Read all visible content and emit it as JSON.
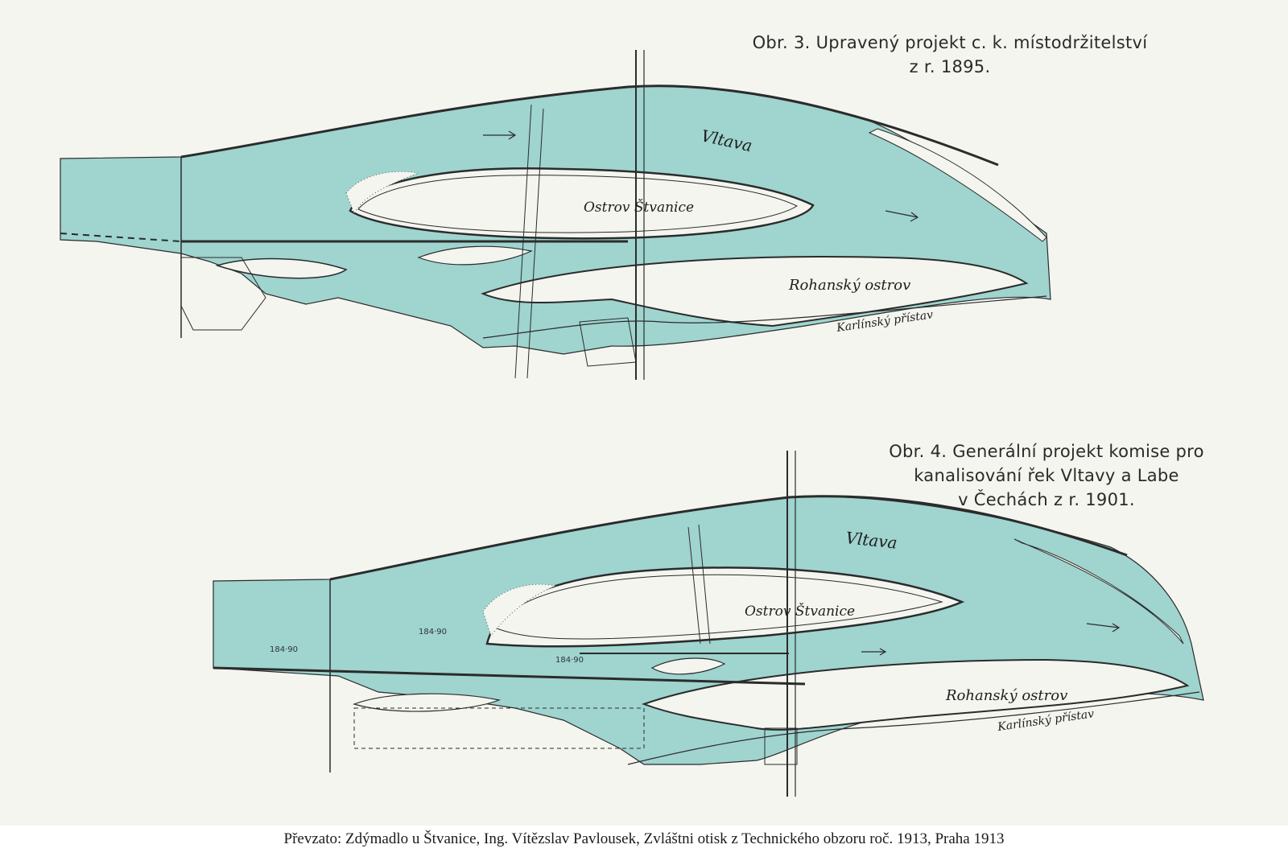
{
  "figures": [
    {
      "title_line1": "Obr. 3. Upravený projekt c. k. místodržitelství",
      "title_line2": "z r. 1895.",
      "labels": {
        "river": "Vltava",
        "island1": "Ostrov Štvanice",
        "island2": "Rohanský ostrov",
        "harbor": "Karlínský přístav"
      }
    },
    {
      "title_line1": "Obr. 4. Generální projekt komise pro",
      "title_line2": "kanalisování řek Vltavy a Labe",
      "title_line3": "v Čechách z r. 1901.",
      "labels": {
        "river": "Vltava",
        "island1": "Ostrov Štvanice",
        "island2": "Rohanský ostrov",
        "harbor": "Karlínský přístav"
      },
      "elevations": [
        "184·90",
        "184·90",
        "184·90"
      ]
    }
  ],
  "caption": "Převzato: Zdýmadlo u Štvanice, Ing. Vítězslav Pavlousek,  Zvláštni otisk z Technického obzoru roč. 1913, Praha 1913",
  "colors": {
    "water": "#9fd4cf",
    "paper": "#f3f5ee",
    "ink": "#2b2b2b"
  }
}
